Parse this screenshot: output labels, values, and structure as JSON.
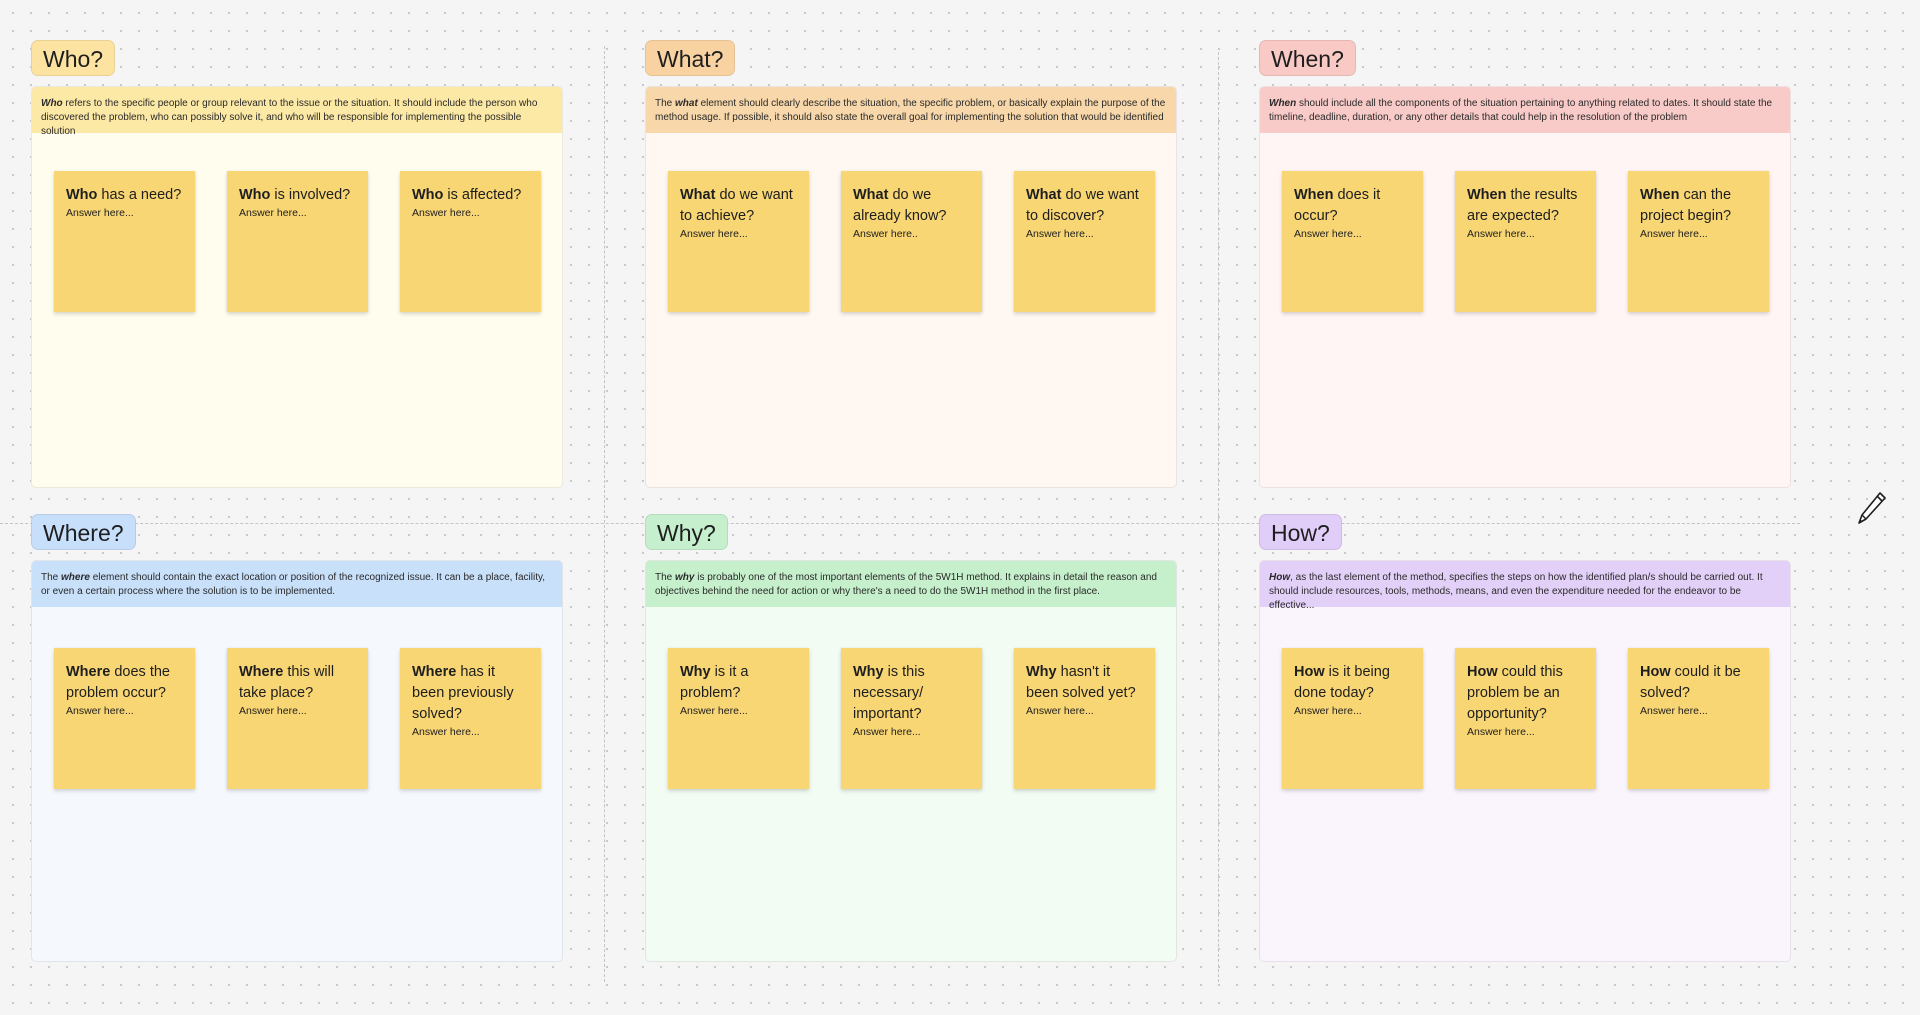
{
  "answer_placeholder": "Answer here...",
  "answer_placeholder_alt": "Answer here..",
  "sections": [
    {
      "title": "Who?",
      "desc_lead": "Who",
      "desc_pre": "",
      "desc_rest": " refers to the specific people or group relevant to the issue or the situation. It should include the person who discovered the problem, who can possibly solve it, and who will be responsible for implementing the possible solution",
      "notes": [
        {
          "keyword": "Who",
          "question": " has a need?"
        },
        {
          "keyword": "Who",
          "question": " is involved?"
        },
        {
          "keyword": "Who",
          "question": " is affected?"
        }
      ]
    },
    {
      "title": "What?",
      "desc_lead": "what",
      "desc_pre": "The ",
      "desc_rest": " element should clearly describe the situation, the specific problem, or basically explain the purpose of the method usage. If possible, it should also state the overall goal for implementing the solution that would be identified",
      "notes": [
        {
          "keyword": "What",
          "question": " do we want to achieve?"
        },
        {
          "keyword": "What",
          "question": " do we already know?"
        },
        {
          "keyword": "What",
          "question": " do we want to discover?"
        }
      ]
    },
    {
      "title": "When?",
      "desc_lead": "When",
      "desc_pre": "",
      "desc_rest": " should include all the components of the situation pertaining to anything related to dates. It should state the timeline, deadline, duration, or any other details that could help in the resolution of the problem",
      "notes": [
        {
          "keyword": "When",
          "question": " does it occur?"
        },
        {
          "keyword": "When",
          "question": " the results are expected?"
        },
        {
          "keyword": "When",
          "question": " can the project begin?"
        }
      ]
    },
    {
      "title": "Where?",
      "desc_lead": "where",
      "desc_pre": "The ",
      "desc_rest": " element should contain the exact location or position of the recognized issue. It can be a place, facility, or even a certain process where the solution is to be implemented.",
      "notes": [
        {
          "keyword": "Where",
          "question": " does the problem occur?"
        },
        {
          "keyword": "Where",
          "question": " this will take place?"
        },
        {
          "keyword": "Where",
          "question": " has it been previously solved?"
        }
      ]
    },
    {
      "title": "Why?",
      "desc_lead": "why",
      "desc_pre": "The ",
      "desc_rest": " is probably one of the most important elements of the 5W1H method. It explains in detail the reason and objectives behind the need for action or why there's a need to do the 5W1H method in the first place.",
      "notes": [
        {
          "keyword": "Why",
          "question": " is it a problem?"
        },
        {
          "keyword": "Why",
          "question": " is this necessary/ important?"
        },
        {
          "keyword": "Why",
          "question": " hasn't it been solved yet?"
        }
      ]
    },
    {
      "title": "How?",
      "desc_lead": "How",
      "desc_pre": "",
      "desc_rest": ", as the last element of the method, specifies the steps on how the identified plan/s should be carried out. It should include resources, tools, methods, means, and even the expenditure needed for the endeavor to be effective...",
      "notes": [
        {
          "keyword": "How",
          "question": " is it being done today?"
        },
        {
          "keyword": "How",
          "question": " could this problem be an opportunity?"
        },
        {
          "keyword": "How",
          "question": " could it be solved?"
        }
      ]
    }
  ],
  "colors": {
    "sticky": "#f8d674",
    "who": {
      "tag": "#fce3a1",
      "band": "#fde9a6",
      "body": "#fffdee"
    },
    "what": {
      "tag": "#f9d2a2",
      "band": "#f8d8aa",
      "body": "#fff7f2"
    },
    "when": {
      "tag": "#f8c9c5",
      "band": "#f8cbc8",
      "body": "#fff5f5"
    },
    "where": {
      "tag": "#c7dffb",
      "band": "#c8e0fa",
      "body": "#f5f9fd"
    },
    "why": {
      "tag": "#c6efce",
      "band": "#c5f0cb",
      "body": "#f2fcf3"
    },
    "how": {
      "tag": "#e0cdf8",
      "band": "#e3d0f8",
      "body": "#faf5fd"
    }
  },
  "icons": {
    "pencil": "pencil-icon"
  }
}
